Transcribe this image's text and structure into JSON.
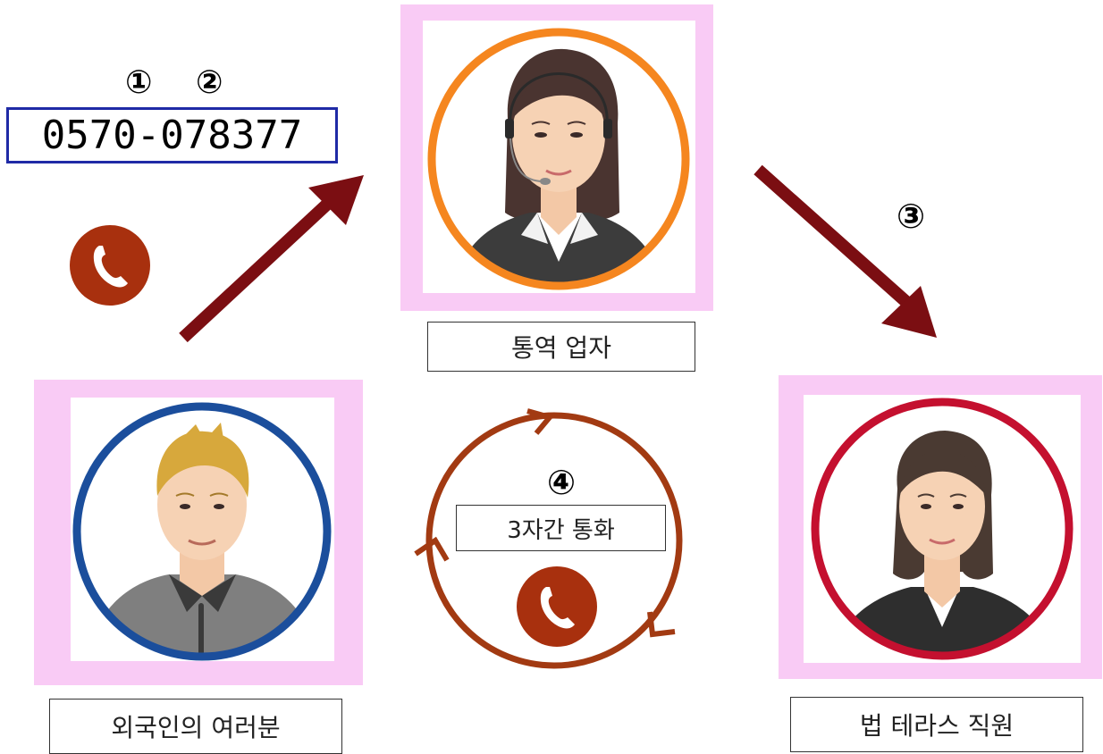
{
  "header": {
    "steps_label": "① ②",
    "phone_number": "0570-078377"
  },
  "nodes": {
    "interpreter": {
      "label": "통역 업자",
      "ring_color": "#f5861f"
    },
    "foreigner": {
      "label": "외국인의 여러분",
      "ring_color": "#1b4e9c"
    },
    "staff": {
      "label": "법 테라스 직원",
      "ring_color": "#c4102f"
    }
  },
  "steps": {
    "step3": "③",
    "step4": "④",
    "three_way_label": "3자간 통화"
  },
  "colors": {
    "arrow": "#7b0e12",
    "cycle": "#a23a12",
    "frame_bg": "#f9cbf5",
    "phone_icon": "#a8300e"
  },
  "icons": [
    "phone-handset-icon",
    "phone-handset-icon",
    "cycle-arrow-icon"
  ]
}
